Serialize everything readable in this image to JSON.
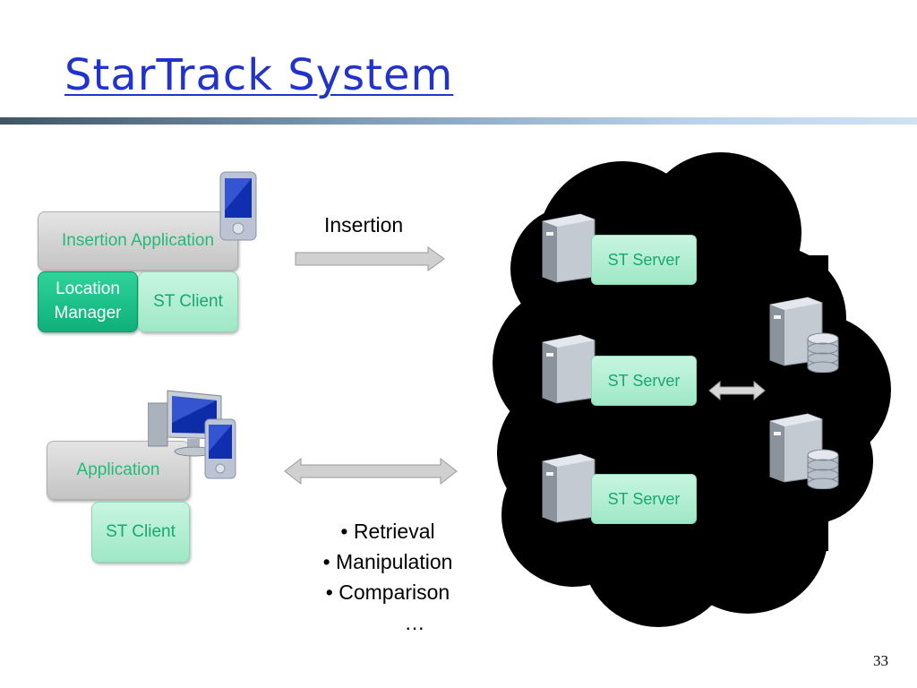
{
  "title": "StarTrack System",
  "client1": {
    "insertion_app_label": "Insertion Application",
    "location_manager_line1": "Location",
    "location_manager_line2": "Manager",
    "st_client_label": "ST Client"
  },
  "client2": {
    "application_label": "Application",
    "st_client_label": "ST Client"
  },
  "arrows": {
    "insertion_label": "Insertion",
    "operations": [
      "Retrieval",
      "Manipulation",
      "Comparison"
    ],
    "ellipsis": "…"
  },
  "cloud": {
    "servers": [
      {
        "label": "ST Server"
      },
      {
        "label": "ST Server"
      },
      {
        "label": "ST Server"
      }
    ]
  },
  "page_number": "33",
  "colors": {
    "title": "#2233cc",
    "accent_green": "#18a870",
    "cloud": "#000000"
  }
}
